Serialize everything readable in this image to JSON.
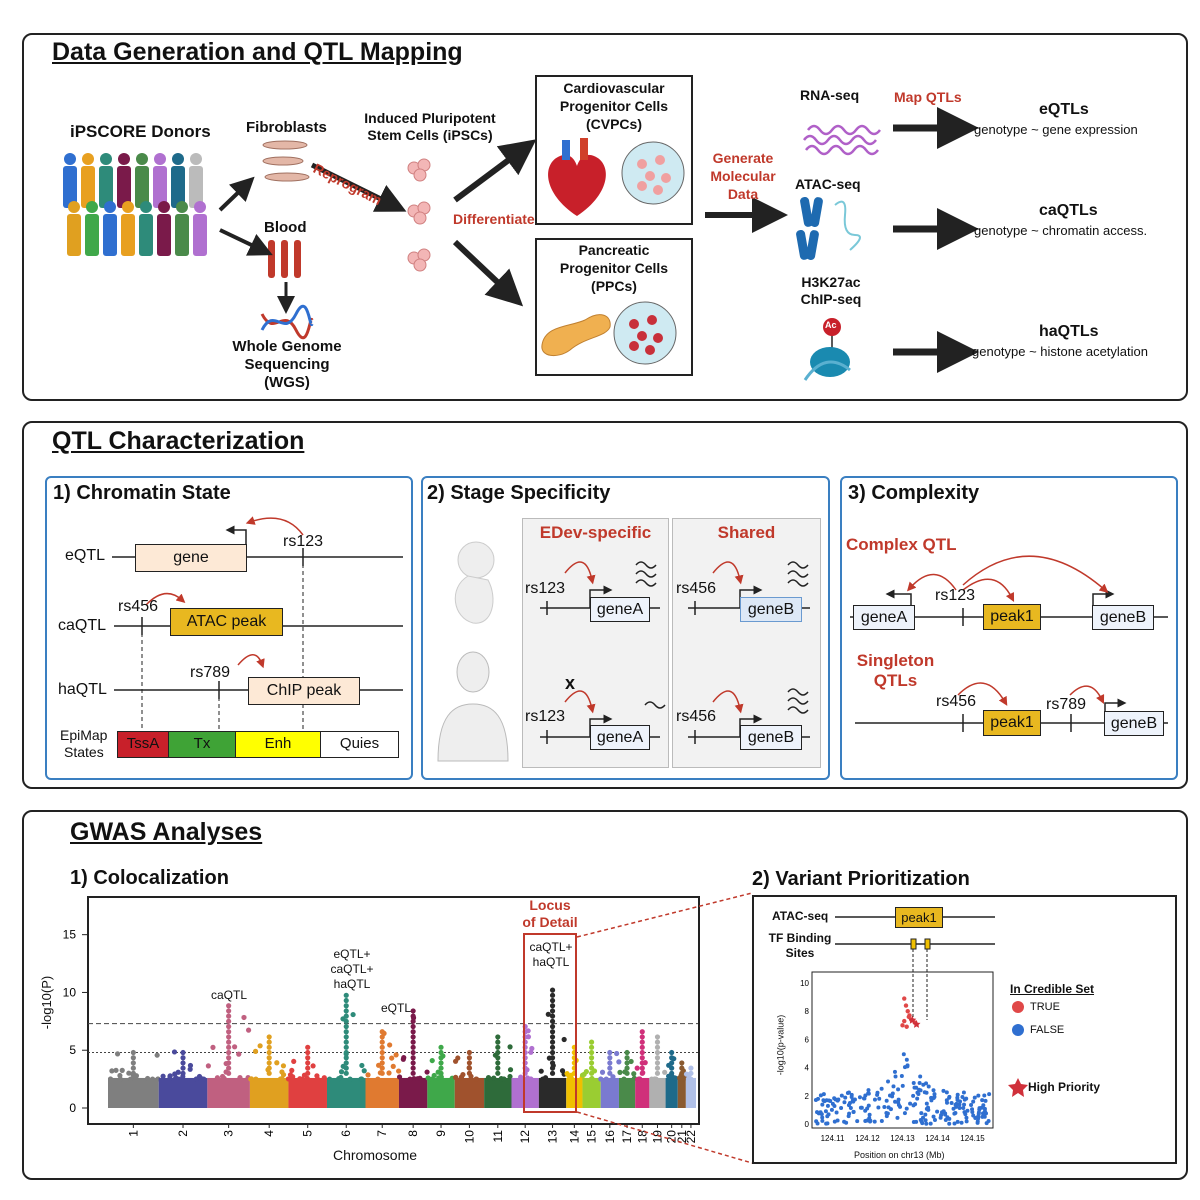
{
  "panel1": {
    "title": "Data Generation and QTL Mapping",
    "donors": "iPSCORE Donors",
    "fibroblasts": "Fibroblasts",
    "blood": "Blood",
    "wgs": [
      "Whole Genome",
      "Sequencing",
      "(WGS)"
    ],
    "reprogram": "Reprogram",
    "ipsc": [
      "Induced Pluripotent",
      "Stem Cells (iPSCs)"
    ],
    "differentiate": "Differentiate",
    "cvpc": [
      "Cardiovascular",
      "Progenitor Cells",
      "(CVPCs)"
    ],
    "ppc": [
      "Pancreatic",
      "Progenitor Cells",
      "(PPCs)"
    ],
    "generate": [
      "Generate",
      "Molecular",
      "Data"
    ],
    "rnaseq": "RNA-seq",
    "atacseq": "ATAC-seq",
    "chipseq": [
      "H3K27ac",
      "ChIP-seq"
    ],
    "ac_label": "Ac",
    "map_qtls": "Map QTLs",
    "eqtls": "eQTLs",
    "eqtls_desc": "genotype ~ gene expression",
    "caqtls": "caQTLs",
    "caqtls_desc": "genotype ~ chromatin access.",
    "haqtls": "haQTLs",
    "haqtls_desc": "genotype ~ histone acetylation",
    "colors": {
      "arrow": "#222222",
      "red_text": "#c0392b"
    }
  },
  "panel2": {
    "title": "QTL Characterization",
    "chromatin": {
      "title": "1) Chromatin State",
      "eqtl": "eQTL",
      "gene": "gene",
      "rs123": "rs123",
      "caqtl": "caQTL",
      "rs456": "rs456",
      "atac_peak": "ATAC peak",
      "haqtl": "haQTL",
      "rs789": "rs789",
      "chip_peak": "ChIP peak",
      "epimap": [
        "EpiMap",
        "States"
      ],
      "states": [
        {
          "label": "TssA",
          "color": "#c8202a"
        },
        {
          "label": "Tx",
          "color": "#3fa336"
        },
        {
          "label": "Enh",
          "color": "#ffff00"
        },
        {
          "label": "Quies",
          "color": "#ffffff"
        }
      ]
    },
    "stage": {
      "title": "2) Stage Specificity",
      "edev": "EDev-specific",
      "shared": "Shared",
      "rs123": "rs123",
      "rs456": "rs456",
      "geneA": "geneA",
      "geneB": "geneB",
      "x_mark": "x"
    },
    "complexity": {
      "title": "3) Complexity",
      "complex": "Complex QTL",
      "singleton": [
        "Singleton",
        "QTLs"
      ],
      "geneA": "geneA",
      "geneB": "geneB",
      "peak1": "peak1",
      "rs123": "rs123",
      "rs456": "rs456",
      "rs789": "rs789"
    }
  },
  "panel3": {
    "title": "GWAS Analyses",
    "coloc_title": "1) Colocalization",
    "variant_title": "2) Variant Prioritization",
    "locus": [
      "Locus",
      "of Detail"
    ],
    "ann_caqtl": "caQTL",
    "ann_multi": [
      "eQTL+",
      "caQTL+",
      "haQTL"
    ],
    "ann_eqtl": "eQTL",
    "ann_caha": [
      "caQTL+",
      "haQTL"
    ],
    "atac_track": "ATAC-seq",
    "peak1": "peak1",
    "tf_track": [
      "TF Binding",
      "Sites"
    ],
    "legend_title": "In Credible Set",
    "legend_true": "TRUE",
    "legend_false": "FALSE",
    "legend_high": "High Priority"
  },
  "chart_data": [
    {
      "type": "scatter",
      "name": "manhattan",
      "xlabel": "Chromosome",
      "ylabel": "-log10(P)",
      "ylim": [
        0,
        18
      ],
      "yticks": [
        0,
        5,
        10,
        15
      ],
      "categories": [
        "1",
        "2",
        "3",
        "4",
        "5",
        "6",
        "7",
        "8",
        "9",
        "10",
        "11",
        "12",
        "13",
        "14",
        "15",
        "16",
        "17",
        "18",
        "19",
        "20",
        "21",
        "22"
      ],
      "max_values": [
        5.0,
        5.2,
        9.2,
        6.5,
        5.6,
        10.0,
        6.8,
        8.5,
        5.3,
        5.0,
        6.5,
        7.2,
        10.5,
        5.5,
        6.0,
        5.0,
        5.0,
        7.0,
        6.5,
        5.0,
        4.0,
        3.5
      ],
      "threshold_lines": [
        7.3,
        4.8
      ],
      "colors": [
        "#7f7f7f",
        "#4a4a9c",
        "#c06080",
        "#e0a020",
        "#e04040",
        "#2e8b7a",
        "#e07a30",
        "#7a1a4a",
        "#3fa84a",
        "#a0522d",
        "#2e6b3a",
        "#b070d0",
        "#2a2a2a",
        "#f0c000",
        "#9acd32",
        "#7a7ad0",
        "#4a8a4a",
        "#d0307a",
        "#b0b0b0",
        "#1e6a8a",
        "#8a5a30",
        "#b0c0e8"
      ]
    },
    {
      "type": "scatter",
      "name": "locus",
      "xlabel": "Position on chr13 (Mb)",
      "ylabel": "-log10(p-value)",
      "xlim": [
        124.105,
        124.155
      ],
      "ylim": [
        0,
        10.5
      ],
      "xticks": [
        124.11,
        124.12,
        124.13,
        124.14,
        124.15
      ],
      "yticks": [
        0,
        2,
        4,
        6,
        8,
        10
      ],
      "credible_set": [
        [
          124.1305,
          8.9
        ],
        [
          124.131,
          8.4
        ],
        [
          124.1315,
          8.0
        ],
        [
          124.132,
          7.7
        ],
        [
          124.1305,
          7.3
        ],
        [
          124.1312,
          6.9
        ],
        [
          124.1325,
          7.4
        ],
        [
          124.1335,
          7.2
        ],
        [
          124.13,
          7.0
        ],
        [
          124.1318,
          7.6
        ]
      ],
      "high_priority": [
        [
          124.1328,
          7.4
        ],
        [
          124.134,
          7.1
        ]
      ],
      "colors": {
        "true": "#e04848",
        "false": "#2f6fd0",
        "high": "#d0303a"
      }
    }
  ]
}
